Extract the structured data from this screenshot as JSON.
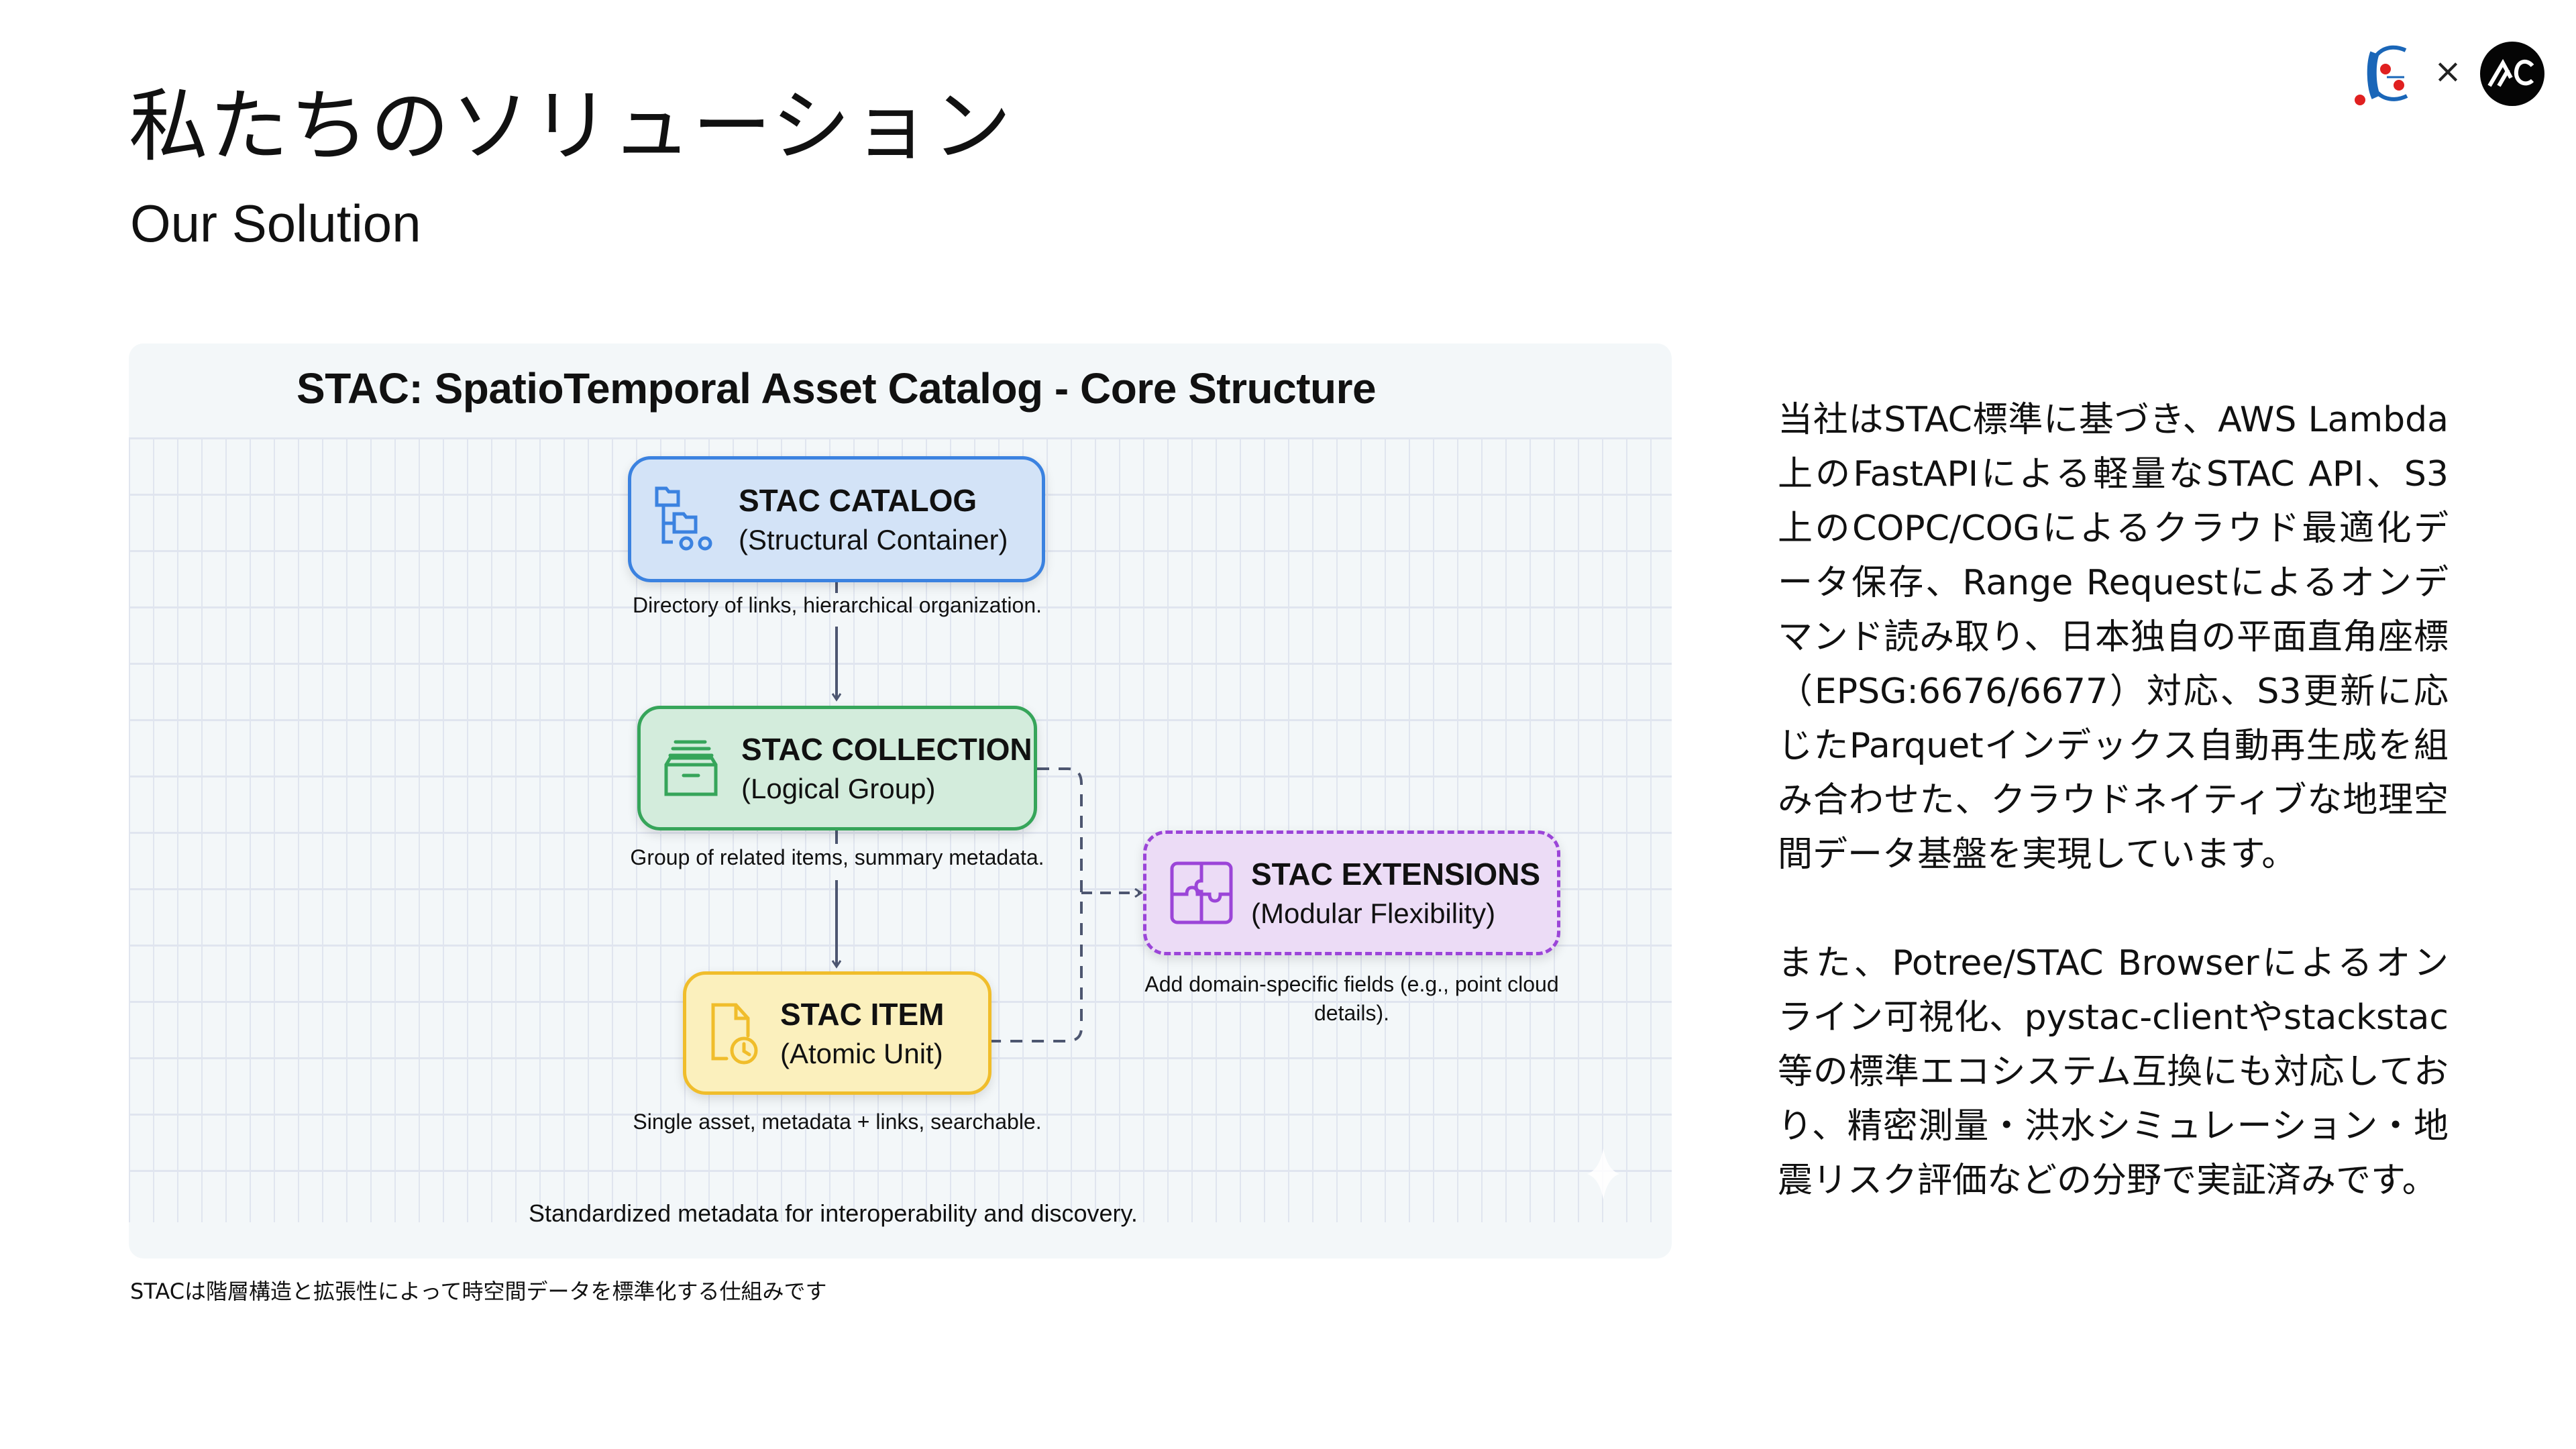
{
  "header": {
    "title_ja": "私たちのソリューション",
    "title_en": "Our Solution"
  },
  "logos": {
    "left_logo": "E-logo",
    "separator": "×",
    "right_logo": "AC-logo",
    "right_logo_text": "AC"
  },
  "figure": {
    "title": "STAC: SpatioTemporal Asset Catalog - Core Structure",
    "nodes": [
      {
        "id": "catalog",
        "title": "STAC CATALOG",
        "subtitle": "(Structural Container)",
        "icon": "folder-tree-icon",
        "description": "Directory of links, hierarchical organization.",
        "color": "#3b82e0",
        "fill": "#d3e3f7"
      },
      {
        "id": "collection",
        "title": "STAC COLLECTION",
        "subtitle": "(Logical Group)",
        "icon": "archive-box-icon",
        "description": "Group of related items, summary metadata.",
        "color": "#36a55a",
        "fill": "#d3ecdc"
      },
      {
        "id": "item",
        "title": "STAC ITEM",
        "subtitle": "(Atomic Unit)",
        "icon": "file-clock-icon",
        "description": "Single asset, metadata + links, searchable.",
        "color": "#f0bd2b",
        "fill": "#fbf0bd"
      },
      {
        "id": "extensions",
        "title": "STAC EXTENSIONS",
        "subtitle": "(Modular Flexibility)",
        "icon": "puzzle-icon",
        "description": "Add domain-specific fields (e.g., point cloud details).",
        "color": "#9b45d8",
        "fill": "#ecdcf6"
      }
    ],
    "edges": [
      {
        "from": "catalog",
        "to": "collection",
        "style": "solid"
      },
      {
        "from": "collection",
        "to": "item",
        "style": "solid"
      },
      {
        "from": "collection",
        "to": "extensions",
        "style": "dashed"
      },
      {
        "from": "item",
        "to": "extensions",
        "style": "dashed"
      }
    ],
    "footer": "Standardized metadata for interoperability and discovery."
  },
  "caption": "STACは階層構造と拡張性によって時空間データを標準化する仕組みです",
  "body": {
    "paragraph1": "当社はSTAC標準に基づき、AWS Lambda上のFastAPIによる軽量なSTAC API、S3上のCOPC/COGによるクラウド最適化データ保存、Range Requestによるオンデマンド読み取り、日本独自の平面直角座標（EPSG:6676/6677）対応、S3更新に応じたParquetインデックス自動再生成を組み合わせた、クラウドネイティブな地理空間データ基盤を実現しています。",
    "paragraph2": "また、Potree/STAC Browserによるオンライン可視化、pystac-clientやstackstac等の標準エコシステム互換にも対応しており、精密測量・洪水シミュレーション・地震リスク評価などの分野で実証済みです。"
  }
}
